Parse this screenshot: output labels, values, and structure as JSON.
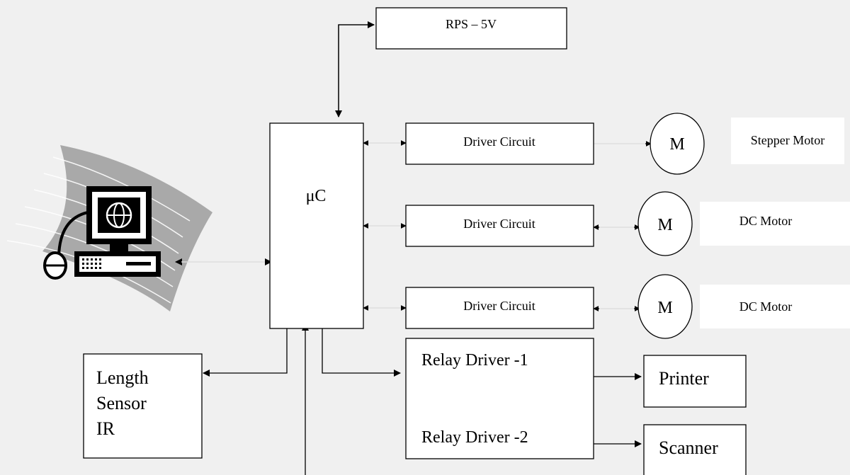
{
  "colors": {
    "background": "#f0f0f0",
    "box_fill": "#ffffff",
    "stroke": "#000000"
  },
  "blocks": {
    "power_supply": "RPS – 5V",
    "microcontroller": "μC",
    "driver_1": "Driver Circuit",
    "driver_2": "Driver Circuit",
    "driver_3": "Driver Circuit",
    "relay_driver_1": "Relay Driver -1",
    "relay_driver_2": "Relay Driver -2",
    "printer": "Printer",
    "scanner": "Scanner",
    "length_sensor": [
      "Length",
      "Sensor",
      "IR"
    ]
  },
  "motors": [
    {
      "symbol": "M",
      "label": "Stepper Motor"
    },
    {
      "symbol": "M",
      "label": "DC Motor"
    },
    {
      "symbol": "M",
      "label": "DC Motor"
    }
  ],
  "icons": {
    "computer": "computer-icon"
  }
}
